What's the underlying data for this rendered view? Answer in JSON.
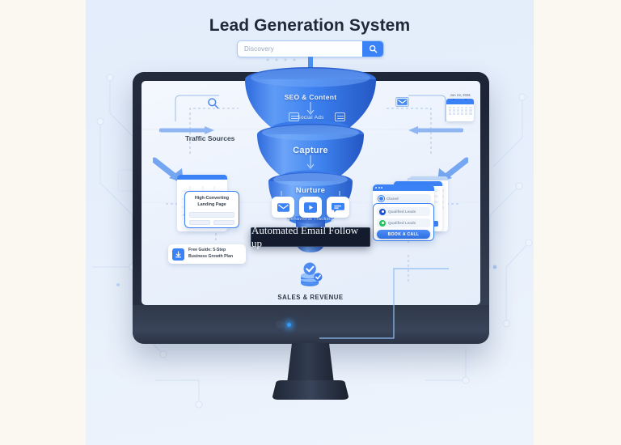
{
  "page": {
    "title": "Lead Generation System",
    "bg_outer": "#FBF8F1",
    "bg_canvas": "#E3EDFB",
    "accent": "#3B82F6",
    "dark": "#232B3D"
  },
  "search": {
    "placeholder": "Discovery",
    "icon": "search-icon",
    "button_color": "#3B82F6"
  },
  "funnel": {
    "stages": [
      {
        "label": "SEO & Content",
        "level": 1
      },
      {
        "label": "Social Ads",
        "level": 1
      },
      {
        "label": "Capture",
        "level": 2
      },
      {
        "label": "Nurture",
        "level": 3
      },
      {
        "label": "Behavioral Tracking",
        "level": 3
      }
    ],
    "nurture_icons": [
      "mail-icon",
      "play-icon",
      "chat-icon"
    ],
    "social_icons": [
      "ad-card-icon",
      "calendar-small-icon"
    ]
  },
  "labels": {
    "traffic_sources": "Traffic Sources",
    "sales_revenue": "SALES & REVENUE"
  },
  "side_icons": {
    "left": "search-icon",
    "right": "mail-icon"
  },
  "left_cards": {
    "landing_page": {
      "title_line1": "High-Converting",
      "title_line2": "Landing Page"
    },
    "lead_magnet": {
      "line1": "Free Guide: 5-Step",
      "line2": "Business Growth Plan",
      "icon": "download-icon"
    }
  },
  "right_cards": {
    "browser_row_label": "Closed",
    "rows": [
      {
        "label": "Qualified Leads",
        "color": "#1D4ED8"
      },
      {
        "label": "Qualified Leads",
        "color": "#22C55E"
      }
    ],
    "cta": "BOOK A CALL"
  },
  "calendar": {
    "date": "Jan 24, 2026",
    "icon": "calendar-icon"
  },
  "overlay_badge": {
    "text": "Automated Email Follow up",
    "bg": "#131B2C",
    "fg": "#F4F7FC"
  },
  "monitor": {
    "led_color": "#2E9BFF"
  }
}
